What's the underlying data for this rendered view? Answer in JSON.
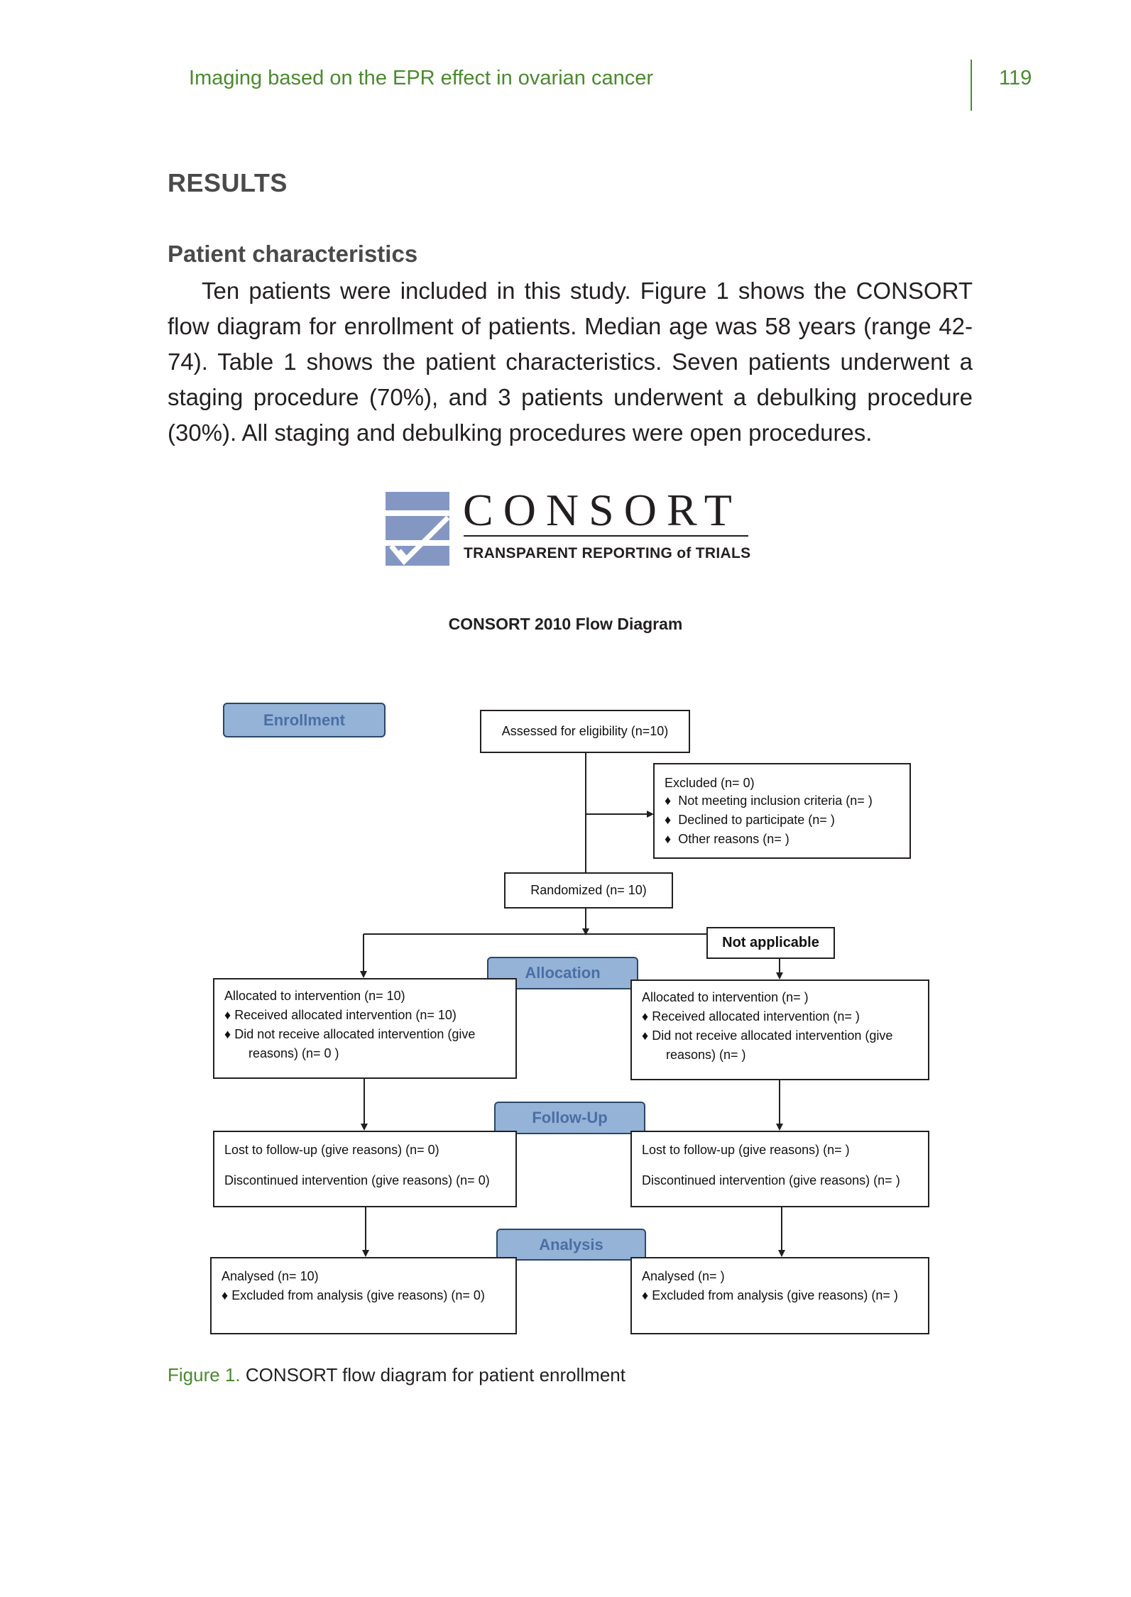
{
  "header": {
    "running_title": "Imaging based on the EPR effect in ovarian cancer",
    "page_number": "119"
  },
  "section_heading": "RESULTS",
  "subsection_heading": "Patient characteristics",
  "paragraph": "Ten patients were included in this study. Figure 1 shows the CONSORT flow diagram for enrollment of patients. Median age was 58 years (range 42-74). Table 1 shows the patient characteristics. Seven patients underwent a staging procedure (70%), and 3 patients underwent a debulking procedure (30%). All staging and debulking procedures were open procedures.",
  "logo": {
    "wordmark": "CONSORT",
    "tagline": "TRANSPARENT REPORTING of TRIALS"
  },
  "flow": {
    "title": "CONSORT 2010 Flow Diagram",
    "phases": {
      "enrollment": "Enrollment",
      "allocation": "Allocation",
      "follow_up": "Follow-Up",
      "analysis": "Analysis"
    },
    "assessed": "Assessed for eligibility (n=10)",
    "excluded": {
      "title": "Excluded  (n= 0)",
      "items": [
        "Not meeting inclusion criteria (n=  )",
        "Declined to participate (n=  )",
        "Other reasons (n=  )"
      ]
    },
    "randomized": "Randomized (n= 10)",
    "not_applicable": "Not applicable",
    "left": {
      "allocated": "Allocated to intervention (n= 10)",
      "received": "Received allocated intervention (n= 10)",
      "not_received": "Did not receive allocated intervention (give",
      "not_received_cont": "reasons) (n= 0 )",
      "lost": "Lost to follow-up (give reasons) (n= 0)",
      "discontinued": "Discontinued intervention (give reasons) (n= 0)",
      "analysed": "Analysed  (n= 10)",
      "excluded_analysis": "Excluded from analysis (give reasons) (n= 0)"
    },
    "right": {
      "allocated": "Allocated to intervention (n=  )",
      "received": "Received allocated intervention (n=  )",
      "not_received": "Did not receive allocated intervention (give",
      "not_received_cont": "reasons) (n=  )",
      "lost": "Lost to follow-up (give reasons) (n=  )",
      "discontinued": "Discontinued intervention (give reasons) (n=  )",
      "analysed": "Analysed  (n=  )",
      "excluded_analysis": "Excluded from analysis (give reasons) (n=  )"
    },
    "bullet": "♦"
  },
  "caption": {
    "label": "Figure 1.",
    "text": " CONSORT flow diagram for patient enrollment"
  },
  "colors": {
    "accent_green": "#4a8a2e",
    "phase_fill": "#95b3d7",
    "phase_text": "#4a6fa5",
    "logo_blue": "#8497c3"
  }
}
